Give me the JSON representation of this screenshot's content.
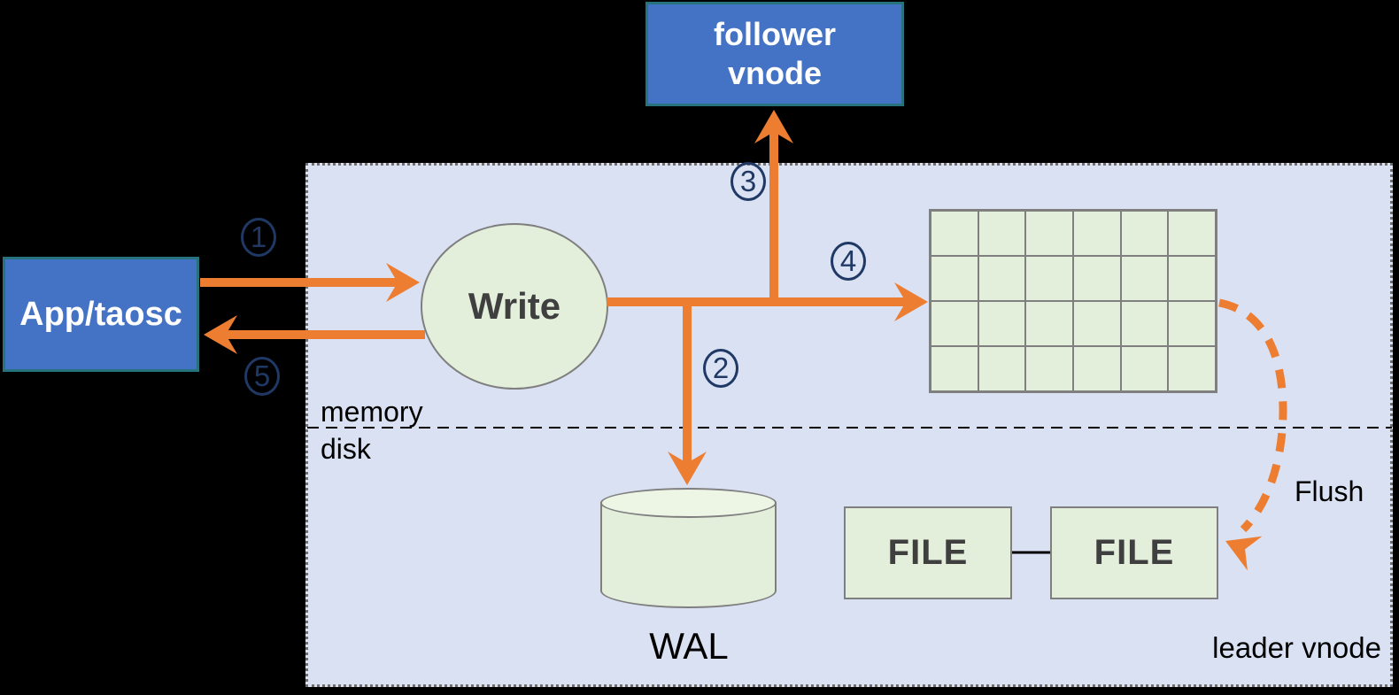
{
  "app_box": {
    "label": "App/taosc"
  },
  "follower_box": {
    "line1": "follower",
    "line2": "vnode"
  },
  "leader_box": {
    "label": "leader vnode"
  },
  "write_node": {
    "label": "Write"
  },
  "memtable": {
    "rows": 4,
    "cols": 6
  },
  "wal": {
    "label": "WAL"
  },
  "files": [
    {
      "label": "FILE"
    },
    {
      "label": "FILE"
    }
  ],
  "labels": {
    "memory": "memory",
    "disk": "disk",
    "flush": "Flush"
  },
  "steps": [
    {
      "num": "1"
    },
    {
      "num": "2"
    },
    {
      "num": "3"
    },
    {
      "num": "4"
    },
    {
      "num": "5"
    }
  ],
  "colors": {
    "accent_orange": "#ED7D31",
    "node_blue": "#4472C4",
    "node_border_teal": "#26737E",
    "light_green": "#E3EFDA",
    "panel_lavender": "#D9E1F3",
    "step_navy": "#1F3864",
    "shape_border_gray": "#7F7F7F"
  }
}
